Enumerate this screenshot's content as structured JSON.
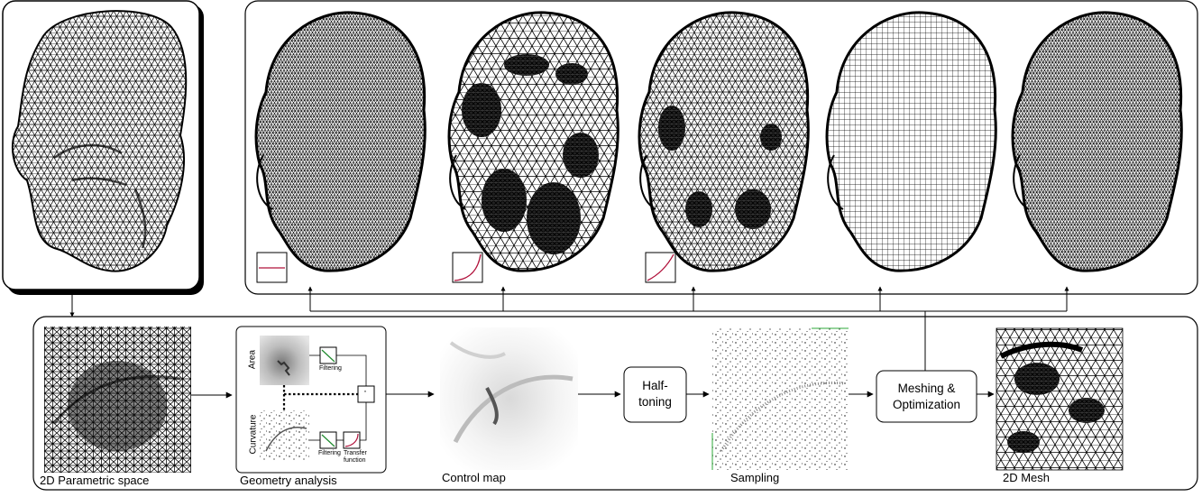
{
  "pipeline": {
    "stages": {
      "parametric_space": "2D Parametric space",
      "geometry_analysis": "Geometry analysis",
      "control_map": "Control map",
      "sampling": "Sampling",
      "mesh_2d": "2D Mesh"
    },
    "process_boxes": {
      "halftoning": "Half-\ntoning",
      "meshing": "Meshing &\nOptimization"
    },
    "geometry_analysis_panel": {
      "area_label": "Area",
      "curvature_label": "Curvature",
      "filtering_1": "Filtering",
      "filtering_2": "Filtering",
      "transfer_1": "Transfer",
      "transfer_2": "function",
      "combine_symbol": "·"
    }
  },
  "colors": {
    "transfer_curve": "#b0103a",
    "filter_curve": "#1f8a2e",
    "sampling_edge": "#2eaa3a"
  }
}
